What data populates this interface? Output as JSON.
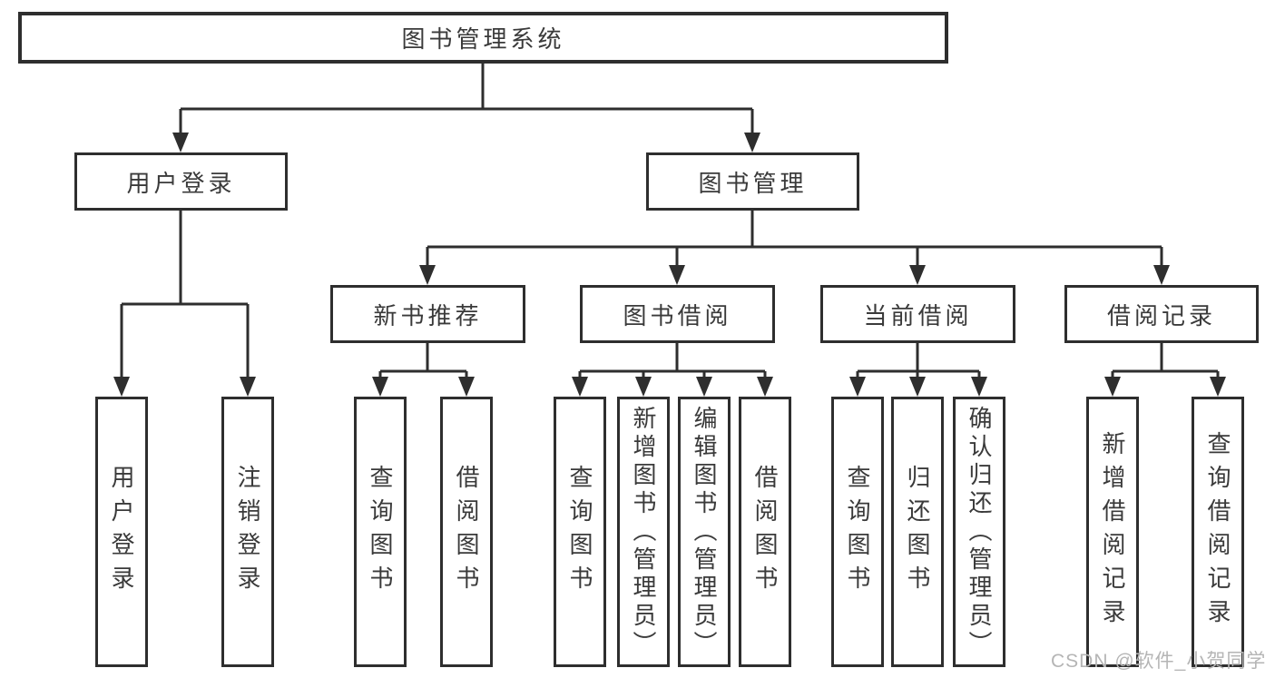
{
  "tree": {
    "root": {
      "label": "图书管理系统"
    },
    "level1": [
      {
        "label": "用户登录",
        "children": [
          {
            "label": "用户登录"
          },
          {
            "label": "注销登录"
          }
        ]
      },
      {
        "label": "图书管理",
        "children": [
          {
            "label": "新书推荐",
            "children": [
              {
                "label": "查询图书"
              },
              {
                "label": "借阅图书"
              }
            ]
          },
          {
            "label": "图书借阅",
            "children": [
              {
                "label": "查询图书"
              },
              {
                "label": "新增图书（管理员）"
              },
              {
                "label": "编辑图书（管理员）"
              },
              {
                "label": "借阅图书"
              }
            ]
          },
          {
            "label": "当前借阅",
            "children": [
              {
                "label": "查询图书"
              },
              {
                "label": "归还图书"
              },
              {
                "label": "确认归还（管理员）"
              }
            ]
          },
          {
            "label": "借阅记录",
            "children": [
              {
                "label": "新增借阅记录"
              },
              {
                "label": "查询借阅记录"
              }
            ]
          }
        ]
      }
    ]
  },
  "watermark": {
    "text": "CSDN @软件_小贺同学"
  },
  "colors": {
    "line": "#2e2e2e",
    "text": "#3a3a3a",
    "watermark": "#b5b5b5",
    "background": "#ffffff"
  }
}
